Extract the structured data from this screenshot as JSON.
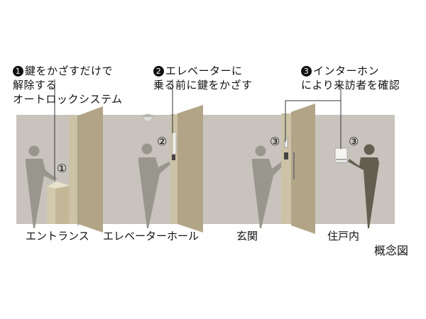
{
  "callouts": [
    {
      "number": "1",
      "lines": [
        "鍵をかざすだけで",
        "解除する",
        "オートロックシステム"
      ]
    },
    {
      "number": "2",
      "lines": [
        "エレベーターに",
        "乗る前に鍵をかざす"
      ]
    },
    {
      "number": "3",
      "lines": [
        "インターホン",
        "により来訪者を確認"
      ]
    }
  ],
  "markers": [
    "①",
    "②",
    "③",
    "③"
  ],
  "areas": [
    "エントランス",
    "エレベーターホール",
    "玄関",
    "住戸内"
  ],
  "caption": "概念図",
  "colors": {
    "wall": "#c8c4bd",
    "door": "#b2a486",
    "door_frame": "#cbc2a8",
    "figure": "#99968e",
    "figure_resident": "#625e50"
  }
}
